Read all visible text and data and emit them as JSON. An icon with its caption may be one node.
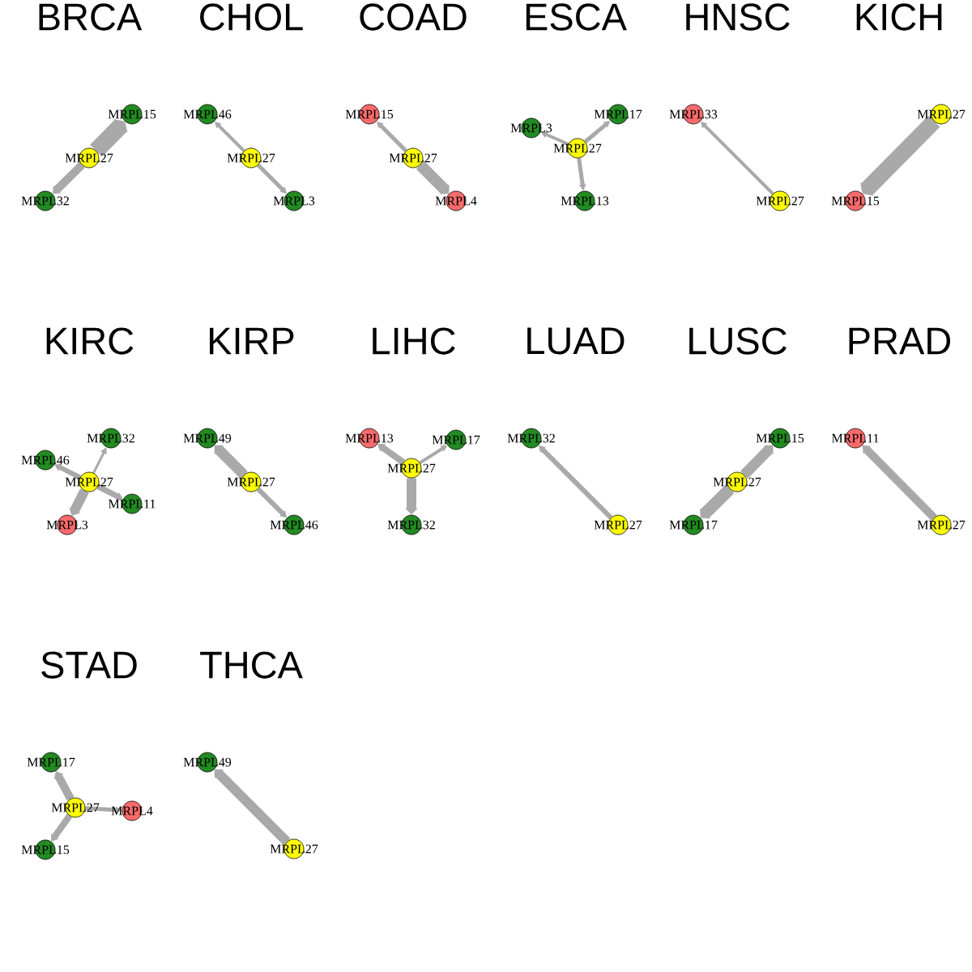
{
  "diagram": {
    "nodes": [
      {
        "text": [
          "MRPL15"
        ]
      },
      {
        "text": [
          "MRPL27"
        ]
      },
      {
        "text": [
          "MRPL32"
        ]
      },
      {
        "text": [
          "MRPL46"
        ]
      },
      {
        "text": [
          "MRPL27"
        ]
      },
      {
        "text": [
          "MRPL3"
        ]
      },
      {
        "text": [
          "MRPL15"
        ]
      },
      {
        "text": [
          "MRPL27"
        ]
      },
      {
        "text": [
          "MRPL4"
        ]
      },
      {
        "text": [
          "MRPL17"
        ]
      },
      {
        "text": [
          "MRPL3"
        ]
      },
      {
        "text": [
          "MRPL27"
        ]
      },
      {
        "text": [
          "MRPL13"
        ]
      },
      {
        "text": [
          "MRPL33"
        ]
      },
      {
        "text": [
          "MRPL27"
        ]
      },
      {
        "text": [
          "MRPL27"
        ]
      },
      {
        "text": [
          "MRPL15"
        ]
      },
      {
        "text": [
          "MRPL32"
        ]
      },
      {
        "text": [
          "MRPL46"
        ]
      },
      {
        "text": [
          "MRPL27"
        ]
      },
      {
        "text": [
          "MRPL11"
        ]
      },
      {
        "text": [
          "MRPL3"
        ]
      },
      {
        "text": [
          "MRPL49"
        ]
      },
      {
        "text": [
          "MRPL27"
        ]
      },
      {
        "text": [
          "MRPL46"
        ]
      },
      {
        "text": [
          "MRPL13"
        ]
      },
      {
        "text": [
          "MRPL17"
        ]
      },
      {
        "text": [
          "MRPL27"
        ]
      },
      {
        "text": [
          "MRPL32"
        ]
      },
      {
        "text": [
          "MRPL32"
        ]
      },
      {
        "text": [
          "MRPL27"
        ]
      },
      {
        "text": [
          "MRPL15"
        ]
      },
      {
        "text": [
          "MRPL27"
        ]
      },
      {
        "text": [
          "MRPL17"
        ]
      },
      {
        "text": [
          "MRPL11"
        ]
      },
      {
        "text": [
          "MRPL27"
        ]
      },
      {
        "text": [
          "MRPL17"
        ]
      },
      {
        "text": [
          "MRPL27"
        ]
      },
      {
        "text": [
          "MRPL4"
        ]
      },
      {
        "text": [
          "MRPL15"
        ]
      },
      {
        "text": [
          "MRPL49"
        ]
      },
      {
        "text": [
          "MRPL27"
        ]
      }
    ],
    "edges": [
      {
        "from": 1,
        "to": 0,
        "arrow": "to",
        "style": "thick"
      },
      {
        "from": 1,
        "to": 2,
        "arrow": "to"
      },
      {
        "from": 4,
        "to": 3,
        "arrow": "to"
      },
      {
        "from": 4,
        "to": 5,
        "arrow": "to"
      },
      {
        "from": 7,
        "to": 6,
        "arrow": "to"
      },
      {
        "from": 7,
        "to": 8,
        "arrow": "to",
        "style": "thick"
      },
      {
        "from": 11,
        "to": 10,
        "arrow": "to"
      },
      {
        "from": 11,
        "to": 9,
        "arrow": "to"
      },
      {
        "from": 11,
        "to": 12,
        "arrow": "to"
      },
      {
        "from": 14,
        "to": 13,
        "arrow": "to"
      },
      {
        "from": 15,
        "to": 16,
        "arrow": "to",
        "style": "thick"
      },
      {
        "from": 19,
        "to": 17,
        "arrow": "to"
      },
      {
        "from": 19,
        "to": 18,
        "arrow": "to"
      },
      {
        "from": 19,
        "to": 20,
        "arrow": "to"
      },
      {
        "from": 19,
        "to": 21,
        "arrow": "to"
      },
      {
        "from": 23,
        "to": 22,
        "arrow": "to",
        "style": "thick"
      },
      {
        "from": 23,
        "to": 24,
        "arrow": "to"
      },
      {
        "from": 27,
        "to": 25,
        "arrow": "to"
      },
      {
        "from": 27,
        "to": 26,
        "arrow": "to"
      },
      {
        "from": 27,
        "to": 28,
        "arrow": "to"
      },
      {
        "from": 30,
        "to": 29,
        "arrow": "to"
      },
      {
        "from": 32,
        "to": 31,
        "arrow": "to",
        "style": "thick"
      },
      {
        "from": 32,
        "to": 33,
        "arrow": "to",
        "style": "thick"
      },
      {
        "from": 35,
        "to": 34,
        "arrow": "to"
      },
      {
        "from": 37,
        "to": 36,
        "arrow": "to"
      },
      {
        "from": 37,
        "to": 38,
        "arrow": "to"
      },
      {
        "from": 37,
        "to": 39,
        "arrow": "to"
      },
      {
        "from": 41,
        "to": 40,
        "arrow": "to"
      }
    ],
    "labels": [
      "BRCA",
      "CHOL",
      "COAD",
      "ESCA",
      "HNSC",
      "KICH",
      "KIRC",
      "KIRP",
      "LIHC",
      "LUAD",
      "LUSC",
      "PRAD",
      "STAD",
      "THCA"
    ]
  }
}
